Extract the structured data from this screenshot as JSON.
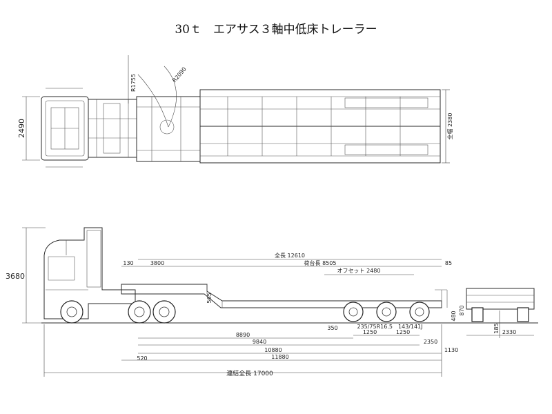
{
  "title": "30ｔ　エアサス３軸中低床トレーラー",
  "top_view": {
    "width_dim": "2490",
    "trailer_width_dim": "2380",
    "trailer_width_prefix": "全幅",
    "radius_labels": [
      "R1755",
      "R2090"
    ]
  },
  "side_view": {
    "height_dim": "3680",
    "overall_top": "12610",
    "overall_top_prefix": "全長",
    "dim_130": "130",
    "dim_3800": "3800",
    "dim_85": "85",
    "deck_len": "8505",
    "deck_len_prefix": "荷台長",
    "offset": "2480",
    "offset_prefix": "オフセット",
    "dim_565": "565",
    "dim_870": "870",
    "dim_480": "480",
    "dim_350": "350",
    "tire": "235/75R16.5　143/141J",
    "dim_1250a": "1250",
    "dim_1250b": "1250",
    "dim_8890": "8890",
    "dim_9840": "9840",
    "dim_2350": "2350",
    "dim_10880": "10880",
    "dim_1130": "1130",
    "dim_11880": "11880",
    "dim_520": "520",
    "combined_len": "連結全長 17000"
  },
  "rear_view": {
    "dim_185": "185",
    "dim_2330": "2330"
  }
}
